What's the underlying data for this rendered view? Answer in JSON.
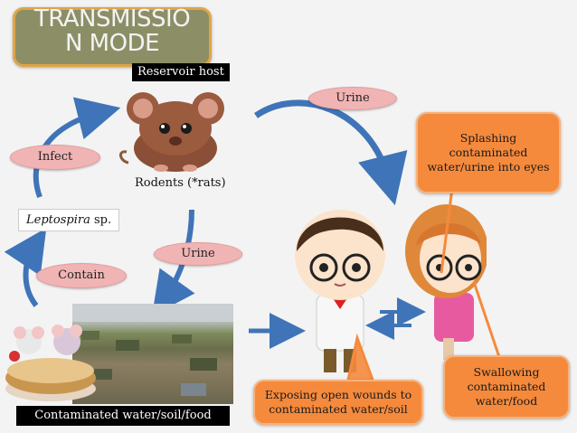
{
  "title": "TRANSMISSIO\nN MODE",
  "reservoir_label": "Reservoir host",
  "rodents_caption": "Rodents (*rats)",
  "pills": {
    "urine_top": "Urine",
    "infect": "Infect",
    "urine_mid": "Urine",
    "contain": "Contain"
  },
  "leptospira": {
    "italic": "Leptospira",
    "suffix": " sp."
  },
  "contaminated_label": "Contaminated water/soil/food",
  "orange_boxes": {
    "splashing": "Splashing\ncontaminated\nwater/urine into eyes",
    "swallowing": "Swallowing\ncontaminated\nwater/food",
    "exposing": "Exposing open wounds to\ncontaminated water/soil"
  },
  "colors": {
    "arrow": "#3f74b8",
    "pink": "#f1b4b4",
    "orange": "#f58a3c",
    "title_bg": "#8c8f66",
    "title_border": "#e0a545"
  }
}
